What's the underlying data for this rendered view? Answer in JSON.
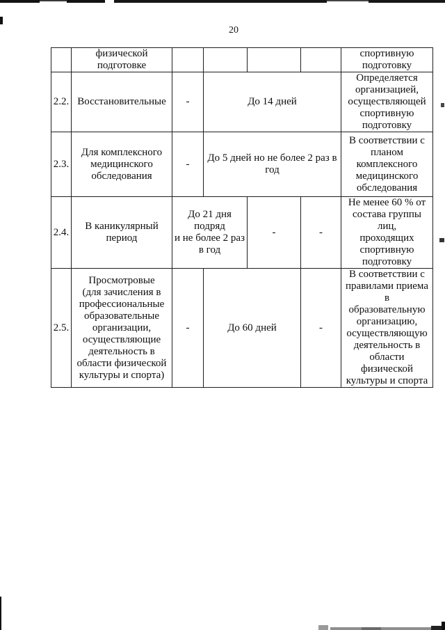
{
  "page": {
    "number": "20"
  },
  "table": {
    "rows": [
      {
        "num": "",
        "type": "физической\nподготовке",
        "col3": "",
        "col4": "",
        "col5": "",
        "col6": "",
        "participants": "спортивную\nподготовку"
      },
      {
        "num": "2.2.",
        "type": "Восстановительные",
        "stage_np": "-",
        "duration": "До 14 дней",
        "participants": "Определяется\nорганизацией,\nосуществляющей\nспортивную\nподготовку"
      },
      {
        "num": "2.3.",
        "type": "Для комплексного\nмедицинского\nобследования",
        "stage_np": "-",
        "duration": "До 5 дней но не более 2 раз в\nгод",
        "participants": "В соответствии с\nпланом\nкомплексного\nмедицинского\nобследования"
      },
      {
        "num": "2.4.",
        "type": "В каникулярный\nпериод",
        "duration": "До 21 дня\nподряд\nи не более 2 раз\nв год",
        "stage_a": "-",
        "stage_b": "-",
        "participants": "Не менее 60 % от\nсостава группы лиц,\nпроходящих\nспортивную\nподготовку"
      },
      {
        "num": "2.5.",
        "type": "Просмотровые\n(для зачисления в\nпрофессиональные\nобразовательные\nорганизации,\nосуществляющие\nдеятельность в\nобласти физической\nкультуры и спорта)",
        "stage_np": "-",
        "duration": "До 60 дней",
        "stage_b": "-",
        "participants": "В соответствии с\nправилами приема в\nобразовательную\nорганизацию,\nосуществляющую\nдеятельность в\nобласти физической\nкультуры и спорта"
      }
    ]
  },
  "scan_artifacts": [
    "top-edge-bar",
    "top-left-tick",
    "right-edge-speck-1",
    "right-edge-speck-2",
    "bottom-left-edge-line",
    "bottom-right-bar"
  ],
  "colors": {
    "ink": "#0e0e0e",
    "table_border": "#1d1d1d",
    "artifact_black": "#111111",
    "artifact_gray": "#8e8e8e"
  }
}
